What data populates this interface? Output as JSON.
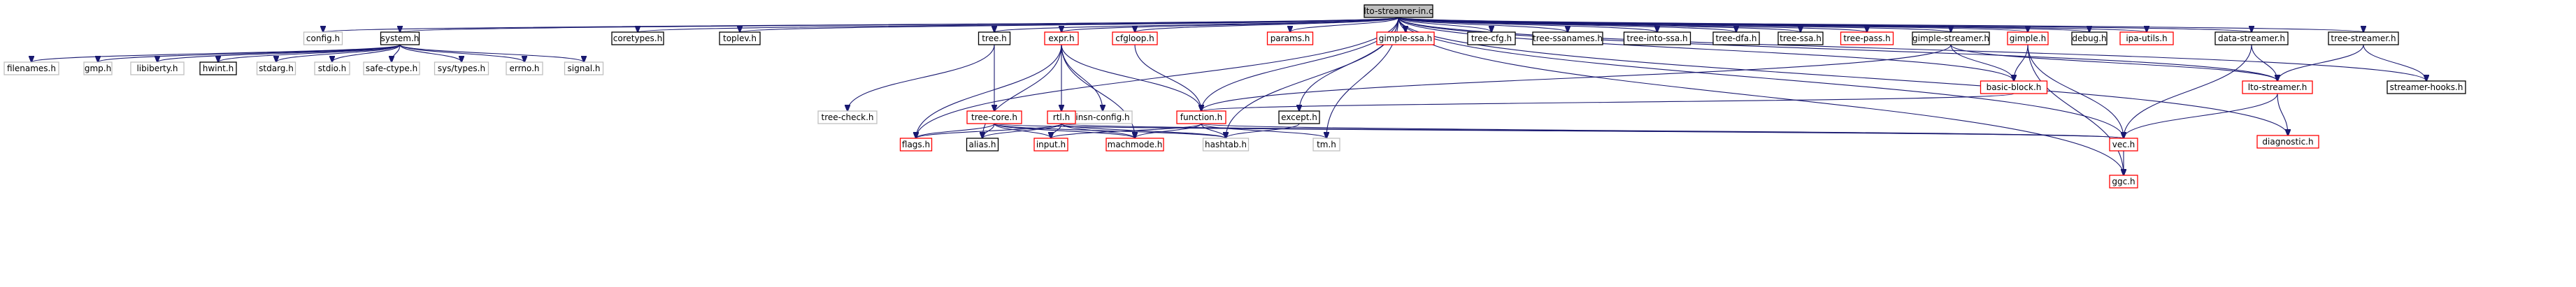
{
  "graph": {
    "root": "lto-streamer-in.c",
    "colors": {
      "root_fill": "#bfbfbf",
      "edge": "#191970",
      "red_border": "#ff0000",
      "black_border": "#000000",
      "grey_border": "#bfbfbf"
    },
    "nodes": {
      "root": {
        "label": "lto-streamer-in.c",
        "style": "root"
      },
      "config": {
        "label": "config.h",
        "style": "grey"
      },
      "system": {
        "label": "system.h",
        "style": "black"
      },
      "coretypes": {
        "label": "coretypes.h",
        "style": "black"
      },
      "toplev": {
        "label": "toplev.h",
        "style": "black"
      },
      "tree": {
        "label": "tree.h",
        "style": "black"
      },
      "expr": {
        "label": "expr.h",
        "style": "red"
      },
      "cfgloop": {
        "label": "cfgloop.h",
        "style": "red"
      },
      "params": {
        "label": "params.h",
        "style": "red"
      },
      "gimple_ssa": {
        "label": "gimple-ssa.h",
        "style": "red"
      },
      "tree_cfg": {
        "label": "tree-cfg.h",
        "style": "black"
      },
      "tree_ssanames": {
        "label": "tree-ssanames.h",
        "style": "black"
      },
      "tree_into_ssa": {
        "label": "tree-into-ssa.h",
        "style": "black"
      },
      "tree_dfa": {
        "label": "tree-dfa.h",
        "style": "black"
      },
      "tree_ssa": {
        "label": "tree-ssa.h",
        "style": "black"
      },
      "tree_pass": {
        "label": "tree-pass.h",
        "style": "red"
      },
      "gimple_streamer": {
        "label": "gimple-streamer.h",
        "style": "black"
      },
      "gimple": {
        "label": "gimple.h",
        "style": "red"
      },
      "debug": {
        "label": "debug.h",
        "style": "black"
      },
      "ipa_utils": {
        "label": "ipa-utils.h",
        "style": "red"
      },
      "data_streamer": {
        "label": "data-streamer.h",
        "style": "black"
      },
      "tree_streamer": {
        "label": "tree-streamer.h",
        "style": "black"
      },
      "filenames": {
        "label": "filenames.h",
        "style": "grey"
      },
      "gmp": {
        "label": "gmp.h",
        "style": "grey"
      },
      "libiberty": {
        "label": "libiberty.h",
        "style": "grey"
      },
      "hwint": {
        "label": "hwint.h",
        "style": "black"
      },
      "stdarg": {
        "label": "stdarg.h",
        "style": "grey"
      },
      "stdio": {
        "label": "stdio.h",
        "style": "grey"
      },
      "safe_ctype": {
        "label": "safe-ctype.h",
        "style": "grey"
      },
      "sys_types": {
        "label": "sys/types.h",
        "style": "grey"
      },
      "errno": {
        "label": "errno.h",
        "style": "grey"
      },
      "signal": {
        "label": "signal.h",
        "style": "grey"
      },
      "tree_check": {
        "label": "tree-check.h",
        "style": "grey"
      },
      "tree_core": {
        "label": "tree-core.h",
        "style": "red"
      },
      "insn_config": {
        "label": "insn-config.h",
        "style": "grey"
      },
      "rtl": {
        "label": "rtl.h",
        "style": "red"
      },
      "function": {
        "label": "function.h",
        "style": "red"
      },
      "except": {
        "label": "except.h",
        "style": "black"
      },
      "basic_block": {
        "label": "basic-block.h",
        "style": "red"
      },
      "lto_streamer": {
        "label": "lto-streamer.h",
        "style": "red"
      },
      "streamer_hooks": {
        "label": "streamer-hooks.h",
        "style": "black"
      },
      "diagnostic": {
        "label": "diagnostic.h",
        "style": "red"
      },
      "flags": {
        "label": "flags.h",
        "style": "red"
      },
      "alias": {
        "label": "alias.h",
        "style": "black"
      },
      "input": {
        "label": "input.h",
        "style": "red"
      },
      "machmode": {
        "label": "machmode.h",
        "style": "red"
      },
      "hashtab": {
        "label": "hashtab.h",
        "style": "grey"
      },
      "tm": {
        "label": "tm.h",
        "style": "grey"
      },
      "vec": {
        "label": "vec.h",
        "style": "red"
      },
      "ggc": {
        "label": "ggc.h",
        "style": "red"
      }
    },
    "edges": [
      [
        "root",
        "config"
      ],
      [
        "root",
        "system"
      ],
      [
        "root",
        "coretypes"
      ],
      [
        "root",
        "toplev"
      ],
      [
        "root",
        "tree"
      ],
      [
        "root",
        "expr"
      ],
      [
        "root",
        "cfgloop"
      ],
      [
        "root",
        "params"
      ],
      [
        "root",
        "gimple_ssa"
      ],
      [
        "root",
        "tree_cfg"
      ],
      [
        "root",
        "tree_ssanames"
      ],
      [
        "root",
        "tree_into_ssa"
      ],
      [
        "root",
        "tree_dfa"
      ],
      [
        "root",
        "tree_ssa"
      ],
      [
        "root",
        "tree_pass"
      ],
      [
        "root",
        "gimple_streamer"
      ],
      [
        "root",
        "gimple"
      ],
      [
        "root",
        "debug"
      ],
      [
        "root",
        "ipa_utils"
      ],
      [
        "root",
        "data_streamer"
      ],
      [
        "root",
        "tree_streamer"
      ],
      [
        "root",
        "lto_streamer"
      ],
      [
        "root",
        "streamer_hooks"
      ],
      [
        "root",
        "function"
      ],
      [
        "root",
        "except"
      ],
      [
        "root",
        "basic_block"
      ],
      [
        "root",
        "diagnostic"
      ],
      [
        "root",
        "vec"
      ],
      [
        "root",
        "hashtab"
      ],
      [
        "root",
        "tm"
      ],
      [
        "root",
        "flags"
      ],
      [
        "root",
        "ggc"
      ],
      [
        "system",
        "filenames"
      ],
      [
        "system",
        "gmp"
      ],
      [
        "system",
        "libiberty"
      ],
      [
        "system",
        "hwint"
      ],
      [
        "system",
        "stdarg"
      ],
      [
        "system",
        "stdio"
      ],
      [
        "system",
        "safe_ctype"
      ],
      [
        "system",
        "sys_types"
      ],
      [
        "system",
        "errno"
      ],
      [
        "system",
        "signal"
      ],
      [
        "tree",
        "tree_check"
      ],
      [
        "tree",
        "tree_core"
      ],
      [
        "expr",
        "insn_config"
      ],
      [
        "expr",
        "function"
      ],
      [
        "expr",
        "flags"
      ],
      [
        "expr",
        "alias"
      ],
      [
        "expr",
        "rtl"
      ],
      [
        "expr",
        "machmode"
      ],
      [
        "cfgloop",
        "function"
      ],
      [
        "tree_core",
        "flags"
      ],
      [
        "tree_core",
        "alias"
      ],
      [
        "tree_core",
        "input"
      ],
      [
        "tree_core",
        "machmode"
      ],
      [
        "tree_core",
        "hashtab"
      ],
      [
        "tree_core",
        "vec"
      ],
      [
        "rtl",
        "flags"
      ],
      [
        "rtl",
        "alias"
      ],
      [
        "rtl",
        "input"
      ],
      [
        "rtl",
        "machmode"
      ],
      [
        "rtl",
        "hashtab"
      ],
      [
        "rtl",
        "vec"
      ],
      [
        "function",
        "input"
      ],
      [
        "function",
        "machmode"
      ],
      [
        "function",
        "hashtab"
      ],
      [
        "function",
        "tm"
      ],
      [
        "function",
        "vec"
      ],
      [
        "except",
        "hashtab"
      ],
      [
        "gimple_streamer",
        "basic_block"
      ],
      [
        "gimple_streamer",
        "function"
      ],
      [
        "gimple_streamer",
        "lto_streamer"
      ],
      [
        "gimple",
        "basic_block"
      ],
      [
        "gimple",
        "vec"
      ],
      [
        "gimple",
        "ggc"
      ],
      [
        "basic_block",
        "function"
      ],
      [
        "data_streamer",
        "lto_streamer"
      ],
      [
        "data_streamer",
        "vec"
      ],
      [
        "tree_streamer",
        "lto_streamer"
      ],
      [
        "tree_streamer",
        "streamer_hooks"
      ],
      [
        "lto_streamer",
        "diagnostic"
      ],
      [
        "lto_streamer",
        "vec"
      ],
      [
        "vec",
        "ggc"
      ]
    ]
  }
}
